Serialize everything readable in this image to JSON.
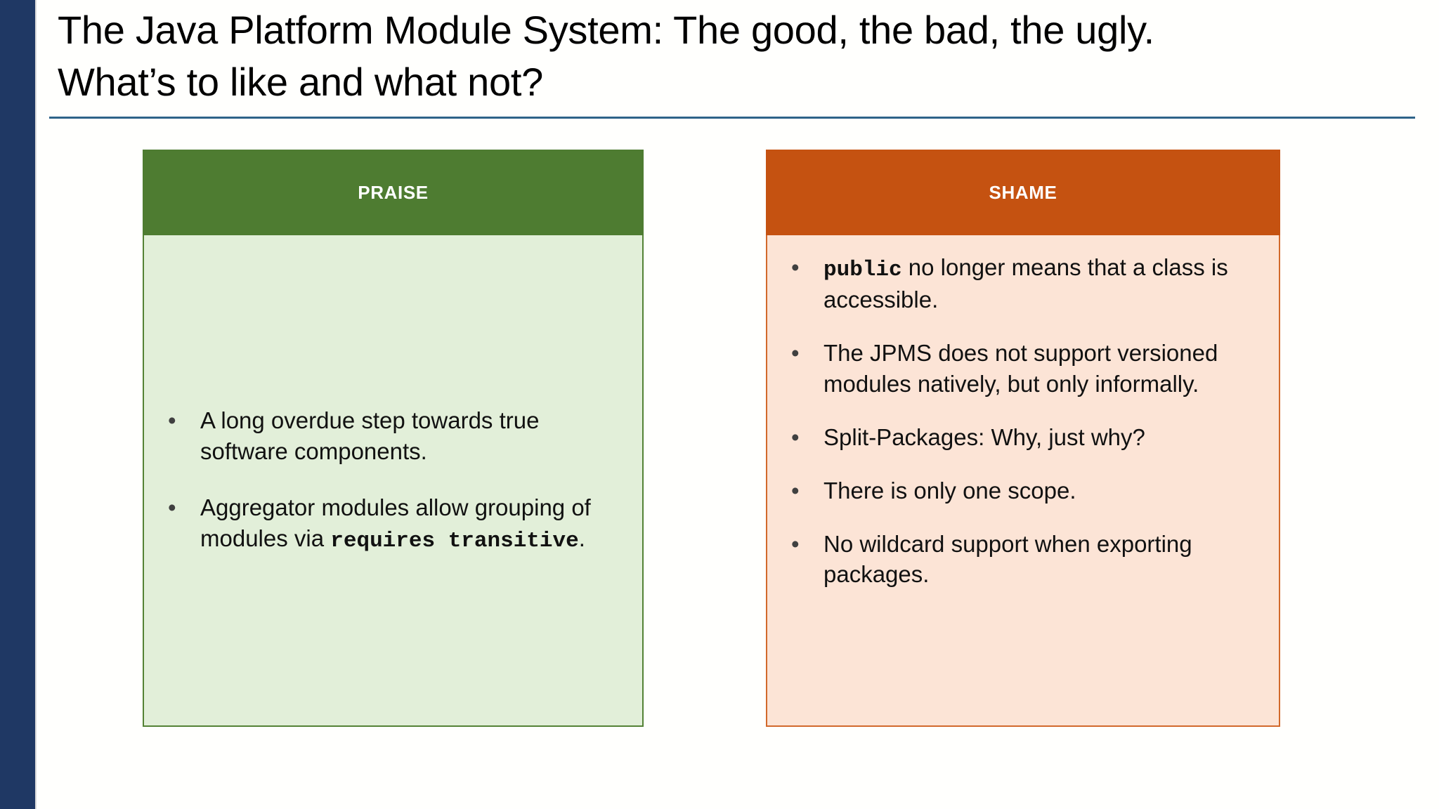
{
  "slide": {
    "title_lines": [
      "The Java Platform Module System: The good, the bad, the ugly.",
      "What’s to like and what not?"
    ],
    "accent_bar_color": "#1f3864",
    "rule_color": "#2e6389",
    "background_color": "#fffffd"
  },
  "panels": [
    {
      "id": "praise",
      "header_label": "PRAISE",
      "header_color": "#4e7c31",
      "body_color": "#e2efd9",
      "border_color": "#548235",
      "bullet_glyph": "•",
      "bullets": [
        {
          "parts": [
            {
              "type": "text",
              "value": "A long overdue step towards true software components."
            }
          ]
        },
        {
          "parts": [
            {
              "type": "text",
              "value": "Aggregator modules allow grouping of modules via "
            },
            {
              "type": "code",
              "value": "requires transitive"
            },
            {
              "type": "text",
              "value": "."
            }
          ]
        }
      ]
    },
    {
      "id": "shame",
      "header_label": "SHAME",
      "header_color": "#c55211",
      "body_color": "#fce4d6",
      "border_color": "#d2692b",
      "bullet_glyph": "•",
      "bullets": [
        {
          "parts": [
            {
              "type": "code",
              "value": "public"
            },
            {
              "type": "text",
              "value": " no longer means that a class is accessible."
            }
          ]
        },
        {
          "parts": [
            {
              "type": "text",
              "value": "The JPMS does not support versioned modules natively, but only informally."
            }
          ]
        },
        {
          "parts": [
            {
              "type": "text",
              "value": "Split-Packages: Why, just why?"
            }
          ]
        },
        {
          "parts": [
            {
              "type": "text",
              "value": "There is only one scope."
            }
          ]
        },
        {
          "parts": [
            {
              "type": "text",
              "value": "No wildcard support when exporting packages."
            }
          ]
        }
      ]
    }
  ]
}
